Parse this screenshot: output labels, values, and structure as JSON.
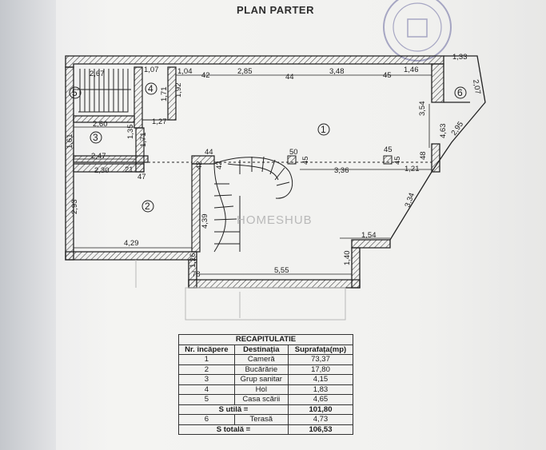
{
  "plan": {
    "title": "PLAN PARTER",
    "watermark": "HOMESHUB",
    "rooms": {
      "r1": "1",
      "r2": "2",
      "r3": "3",
      "r4": "4",
      "r5": "5",
      "r6": "6"
    },
    "dimensions": {
      "d_267": "2,67",
      "d_107": "1,07",
      "d_104": "1,04",
      "d_42a": "42",
      "d_285": "2,85",
      "d_44a": "44",
      "d_348": "3,48",
      "d_45a": "45",
      "d_146": "1,46",
      "d_133": "1,33",
      "d_207": "2,07",
      "d_192": "1,92",
      "d_171": "1,71",
      "d_260": "2,60",
      "d_127": "1,27",
      "d_135": "1,35",
      "d_161": "1,61",
      "d_247": "2,47",
      "d_230": "2,30",
      "d_21": "21",
      "d_47": "47",
      "d_44b": "44",
      "d_42b": "42",
      "d_42c": "42",
      "d_50": "50",
      "d_45b": "45",
      "d_45c": "45",
      "d_45d": "45",
      "d_336": "3,36",
      "d_121": "1,21",
      "d_48": "48",
      "d_354": "3,54",
      "d_463": "4,63",
      "d_295": "2,95",
      "d_334": "3,34",
      "d_293": "2,93",
      "d_439": "4,39",
      "d_429": "4,29",
      "d_154": "1,54",
      "d_140": "1,40",
      "d_126": "1,26",
      "d_78": "78",
      "d_555": "5,55"
    }
  },
  "recap": {
    "caption": "RECAPITULATIE",
    "headers": [
      "Nr. încăpere",
      "Destinația",
      "Suprafața(mp)"
    ],
    "rows": [
      {
        "nr": "1",
        "dest": "Cameră",
        "area": "73,37"
      },
      {
        "nr": "2",
        "dest": "Bucărărie",
        "area": "17,80"
      },
      {
        "nr": "3",
        "dest": "Grup sanitar",
        "area": "4,15"
      },
      {
        "nr": "4",
        "dest": "Hol",
        "area": "1,83"
      },
      {
        "nr": "5",
        "dest": "Casa scării",
        "area": "4,65"
      }
    ],
    "su_label": "S utilă =",
    "su_value": "101,80",
    "terrace": {
      "nr": "6",
      "dest": "Terasă",
      "area": "4,73"
    },
    "st_label": "S totală =",
    "st_value": "106,53"
  }
}
